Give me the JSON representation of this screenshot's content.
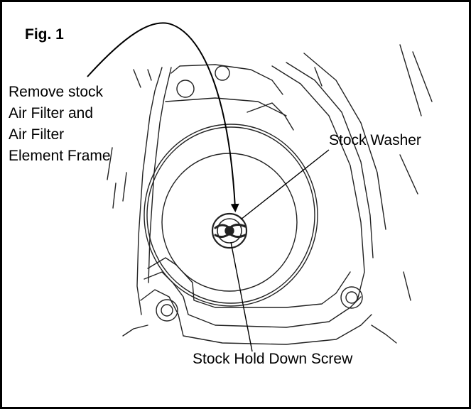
{
  "figure": {
    "title": "Fig. 1",
    "callouts": {
      "remove_line1": "Remove stock",
      "remove_line2": "Air Filter and",
      "remove_line3": "Air Filter",
      "remove_line4": "Element Frame",
      "washer": "Stock Washer",
      "screw": "Stock Hold Down Screw"
    }
  }
}
